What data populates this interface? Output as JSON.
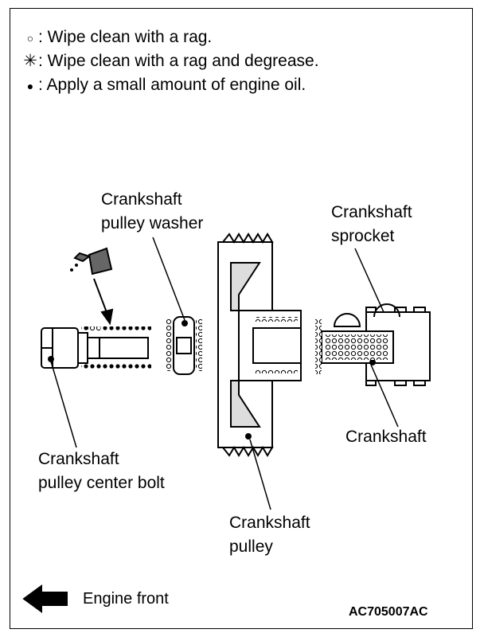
{
  "legend": [
    {
      "symbol": "○",
      "symbol_name": "open-circle-icon",
      "text": ": Wipe clean with a rag."
    },
    {
      "symbol": "✳",
      "symbol_name": "asterisk-icon",
      "text": ": Wipe clean with a rag and degrease."
    },
    {
      "symbol": "●",
      "symbol_name": "filled-circle-icon",
      "text": ": Apply a small amount of engine oil."
    }
  ],
  "labels": {
    "washer_1": "Crankshaft",
    "washer_2": "pulley washer",
    "sprocket_1": "Crankshaft",
    "sprocket_2": "sprocket",
    "crankshaft": "Crankshaft",
    "bolt_1": "Crankshaft",
    "bolt_2": "pulley center bolt",
    "pulley_1": "Crankshaft",
    "pulley_2": "pulley"
  },
  "footer": {
    "engine_front": "Engine front",
    "code": "AC705007AC"
  }
}
